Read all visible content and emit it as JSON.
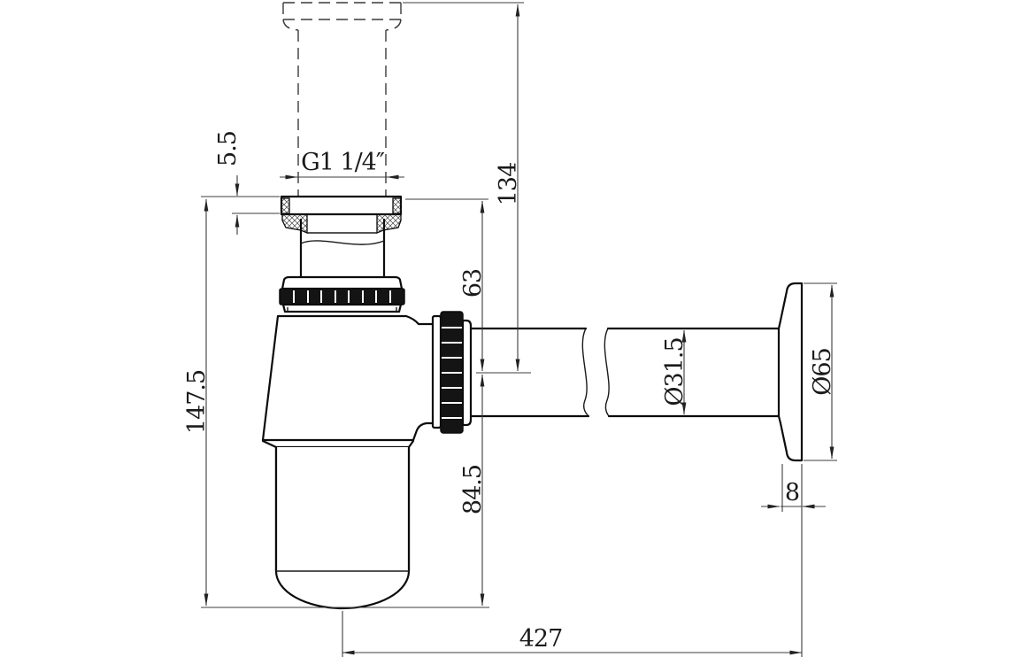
{
  "drawing": {
    "subject": "bottle-trap-with-wall-outlet-technical-drawing",
    "background_color": "#ffffff",
    "line_color": "#0c0c0c",
    "dimension_line_color": "#3c3c3c",
    "labels": {
      "thread_size": "G1 1/4″",
      "seal_thickness": "5.5",
      "inlet_length": "134",
      "top_to_centerline": "63",
      "overall_height": "147.5",
      "centerline_to_bottom": "84.5",
      "pipe_diameter": "Ø31.5",
      "flange_diameter": "Ø65",
      "flange_thickness": "8",
      "horizontal_reach": "427"
    }
  }
}
